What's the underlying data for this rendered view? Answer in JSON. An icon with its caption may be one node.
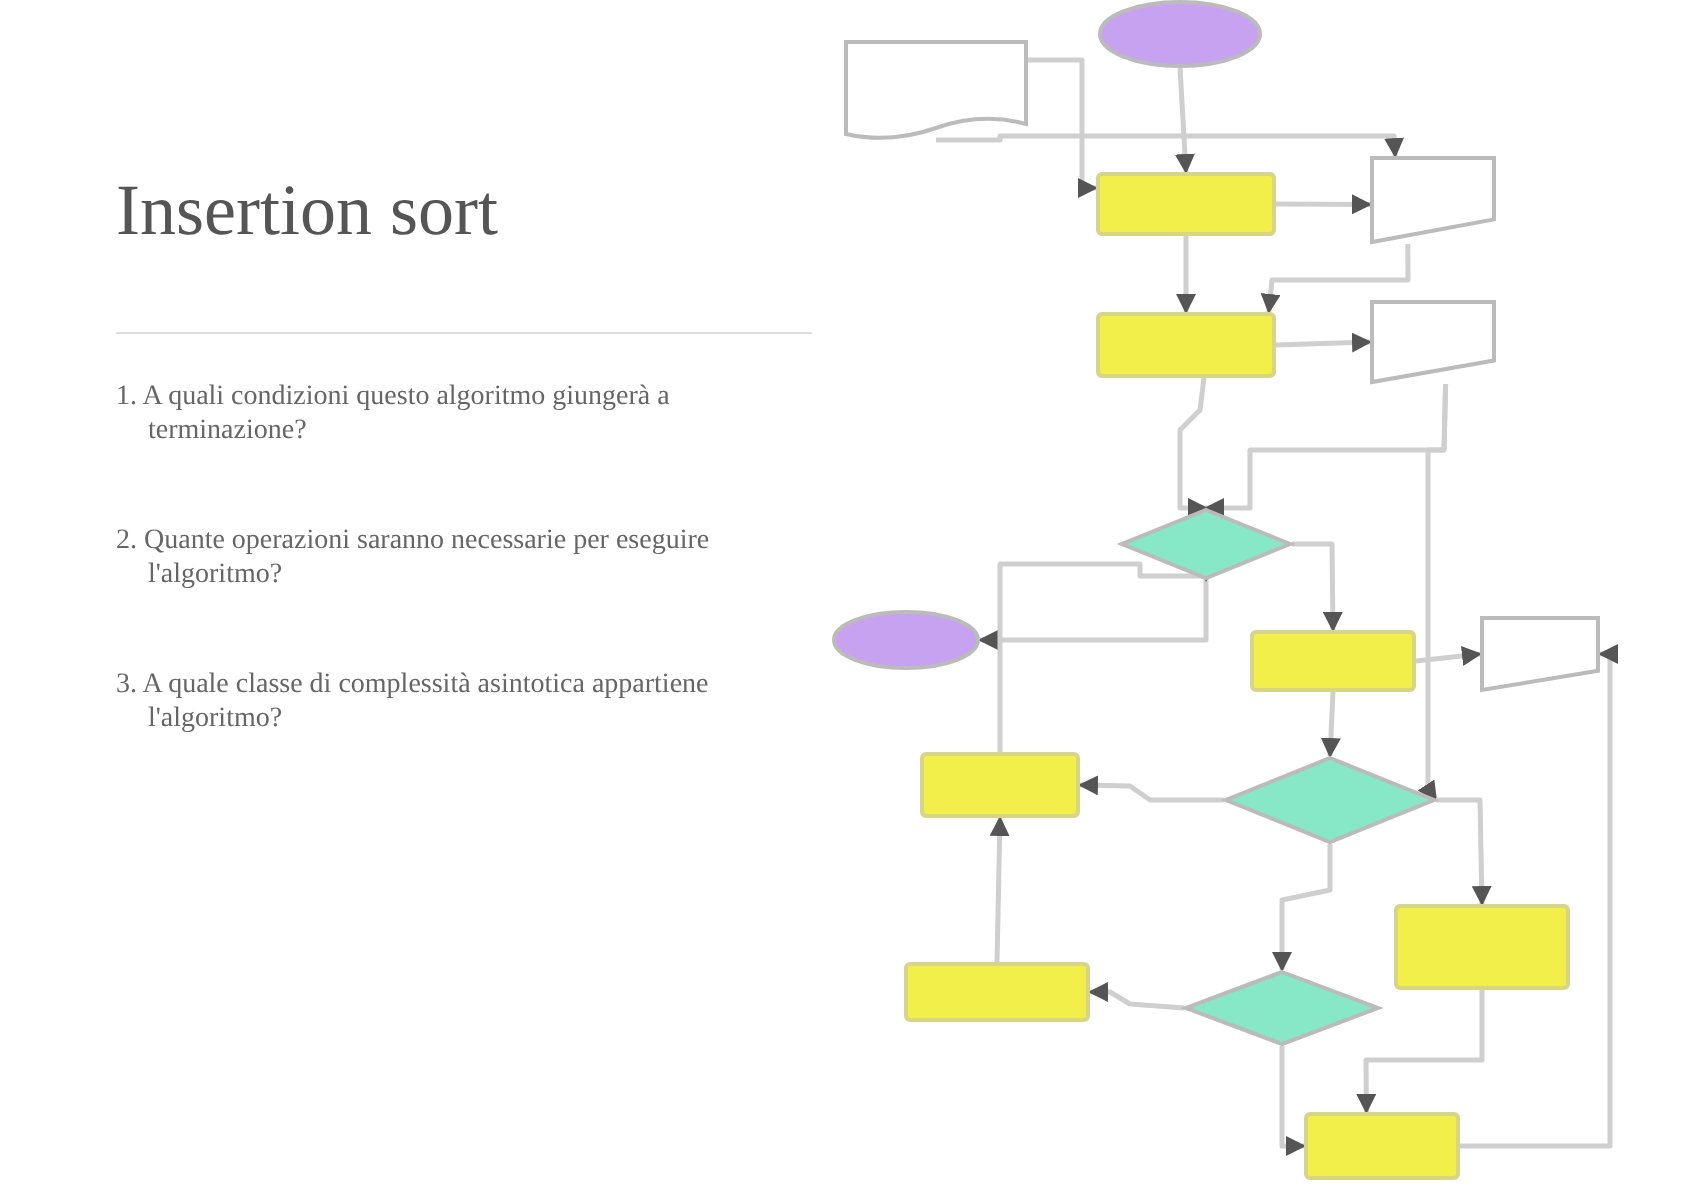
{
  "diagram": {
    "title": "Insertion sort",
    "nodes": [
      {
        "text": [],
        "shape": "ellipse"
      },
      {
        "text": [],
        "shape": "document"
      },
      {
        "text": [],
        "shape": "box"
      },
      {
        "text": [],
        "shape": "trapezoid"
      },
      {
        "text": [],
        "shape": "box"
      },
      {
        "text": [],
        "shape": "trapezoid"
      },
      {
        "text": [],
        "shape": "diamond"
      },
      {
        "text": [],
        "shape": "ellipse"
      },
      {
        "text": [],
        "shape": "box"
      },
      {
        "text": [],
        "shape": "trapezoid"
      },
      {
        "text": [],
        "shape": "box"
      },
      {
        "text": [],
        "shape": "diamond"
      },
      {
        "text": [],
        "shape": "box"
      },
      {
        "text": [],
        "shape": "box"
      },
      {
        "text": [],
        "shape": "diamond"
      },
      {
        "text": [],
        "shape": "box"
      }
    ],
    "edges": [
      {
        "from": 0,
        "to": 2,
        "arrow": "to"
      },
      {
        "from": 1,
        "to": 2,
        "arrow": "to"
      },
      {
        "from": 1,
        "to": 3,
        "arrow": "to"
      },
      {
        "from": 2,
        "to": 3,
        "arrow": "to"
      },
      {
        "from": 2,
        "to": 4,
        "arrow": "to"
      },
      {
        "from": 3,
        "to": 4,
        "arrow": "to"
      },
      {
        "from": 4,
        "to": 5,
        "arrow": "to"
      },
      {
        "from": 4,
        "to": 6,
        "arrow": "to"
      },
      {
        "from": 5,
        "to": 6,
        "arrow": "to"
      },
      {
        "from": 5,
        "to": 11,
        "arrow": "to"
      },
      {
        "from": 6,
        "to": 8,
        "arrow": "to"
      },
      {
        "from": 6,
        "to": 7,
        "arrow": "to"
      },
      {
        "from": 10,
        "to": 6,
        "arrow": "to"
      },
      {
        "from": 8,
        "to": 9,
        "arrow": "to"
      },
      {
        "from": 8,
        "to": 11,
        "arrow": "to"
      },
      {
        "from": 15,
        "to": 9,
        "arrow": "to"
      },
      {
        "from": 11,
        "to": 10,
        "arrow": "to"
      },
      {
        "from": 11,
        "to": 12,
        "arrow": "to"
      },
      {
        "from": 11,
        "to": 14,
        "arrow": "to"
      },
      {
        "from": 14,
        "to": 13,
        "arrow": "to"
      },
      {
        "from": 13,
        "to": 10,
        "arrow": "to"
      },
      {
        "from": 14,
        "to": 15,
        "arrow": "to"
      },
      {
        "from": 12,
        "to": 15,
        "arrow": "to"
      }
    ],
    "labels": [
      "1. A quali condizioni questo algoritmo giungerà a terminazione?",
      "2. Quante operazioni saranno necessarie per eseguire l'algoritmo?",
      "3. A quale classe di complessità asintotica appartiene l'algoritmo?"
    ]
  }
}
